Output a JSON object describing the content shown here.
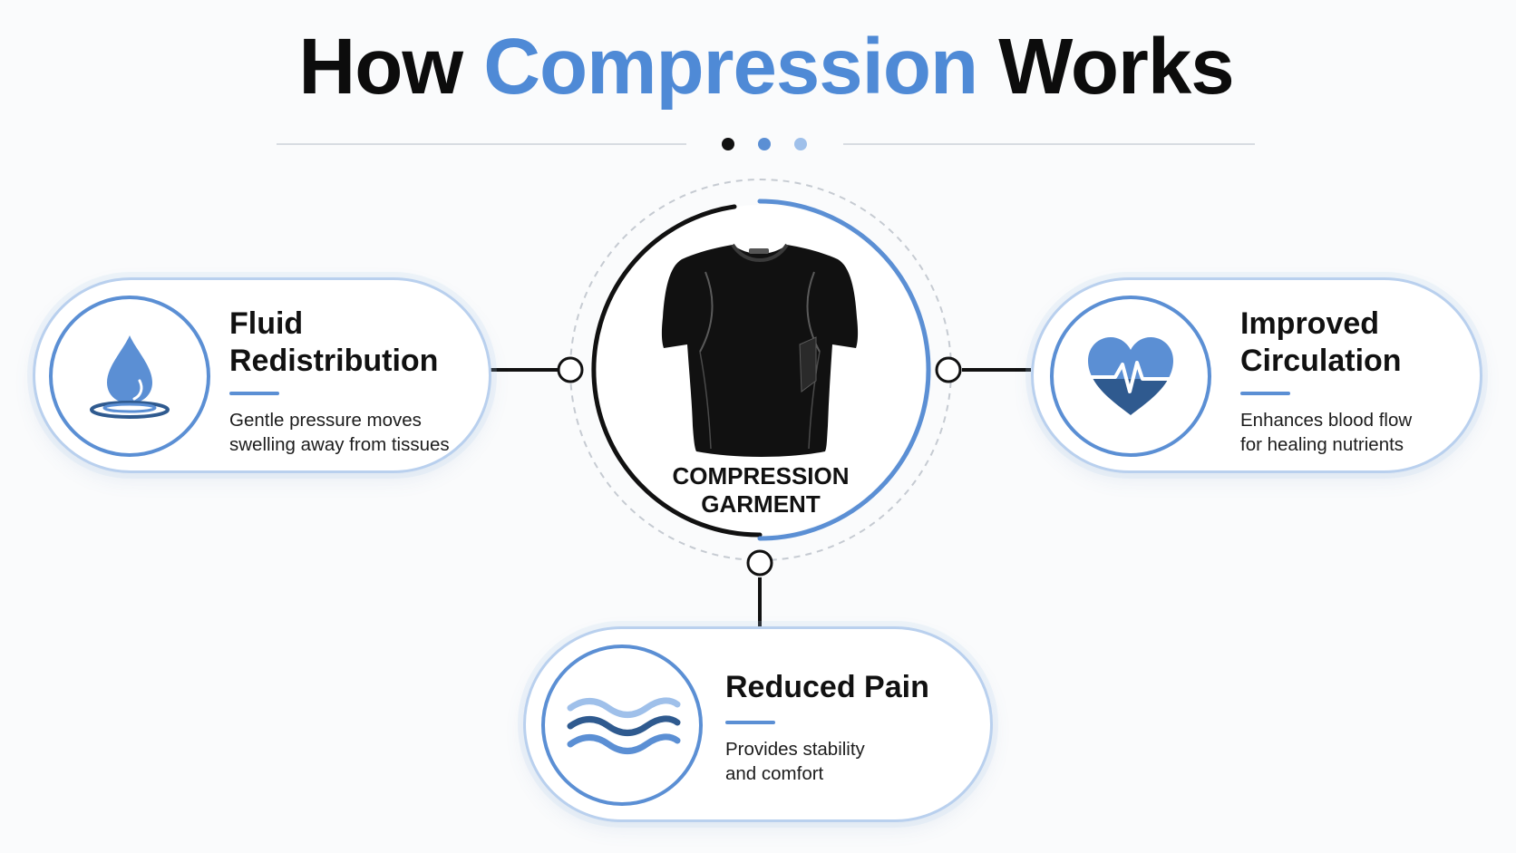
{
  "title": {
    "part1": "How ",
    "accent": "Compression",
    "part2": " Works"
  },
  "colors": {
    "accent": "#4f8ad6",
    "icon_blue": "#5b8fd4",
    "icon_dark_blue": "#2f5a8f",
    "card_border": "#b9d0ee",
    "text": "#111111"
  },
  "center": {
    "label": "COMPRESSION\nGARMENT",
    "image": "black-compression-shirt"
  },
  "cards": {
    "fluid": {
      "title": "Fluid\nRedistribution",
      "desc": "Gentle pressure moves\nswelling away from tissues",
      "icon": "water-drop-icon"
    },
    "circulation": {
      "title": "Improved\nCirculation",
      "desc": "Enhances blood flow\nfor healing nutrients",
      "icon": "heartbeat-icon"
    },
    "pain": {
      "title": "Reduced Pain",
      "desc": "Provides stability\nand comfort",
      "icon": "waves-icon"
    }
  }
}
